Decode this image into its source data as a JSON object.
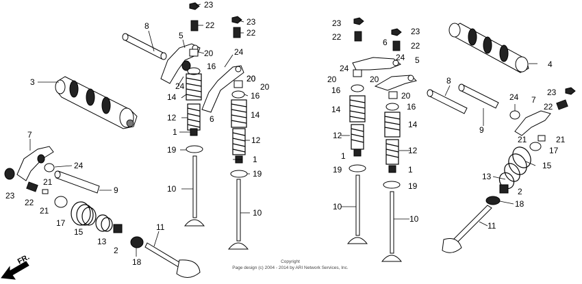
{
  "diagram": {
    "front_label": "FR.",
    "copyright_line1": "Copyright",
    "copyright_line2": "Page design (c) 2004 - 2014 by ARI Network Services, Inc.",
    "callouts": [
      {
        "id": "c23a",
        "text": "23"
      },
      {
        "id": "c22a",
        "text": "22"
      },
      {
        "id": "c8a",
        "text": "8"
      },
      {
        "id": "c5a",
        "text": "5"
      },
      {
        "id": "c20a",
        "text": "20"
      },
      {
        "id": "c20b",
        "text": "20"
      },
      {
        "id": "c24a",
        "text": "24"
      },
      {
        "id": "c16a",
        "text": "16"
      },
      {
        "id": "c3",
        "text": "3"
      },
      {
        "id": "c24b",
        "text": "24"
      },
      {
        "id": "c14a",
        "text": "14"
      },
      {
        "id": "c12a",
        "text": "12"
      },
      {
        "id": "c1a",
        "text": "1"
      },
      {
        "id": "c19a",
        "text": "19"
      },
      {
        "id": "c10a",
        "text": "10"
      },
      {
        "id": "c23b",
        "text": "23"
      },
      {
        "id": "c22b",
        "text": "22"
      },
      {
        "id": "c20c",
        "text": "20"
      },
      {
        "id": "c20d",
        "text": "20"
      },
      {
        "id": "c16b",
        "text": "16"
      },
      {
        "id": "c6a",
        "text": "6"
      },
      {
        "id": "c14b",
        "text": "14"
      },
      {
        "id": "c12b",
        "text": "12"
      },
      {
        "id": "c1b",
        "text": "1"
      },
      {
        "id": "c19b",
        "text": "19"
      },
      {
        "id": "c10b",
        "text": "10"
      },
      {
        "id": "c7a",
        "text": "7"
      },
      {
        "id": "c24c",
        "text": "24"
      },
      {
        "id": "c21a",
        "text": "21"
      },
      {
        "id": "c9a",
        "text": "9"
      },
      {
        "id": "c23c",
        "text": "23"
      },
      {
        "id": "c22c",
        "text": "22"
      },
      {
        "id": "c21b",
        "text": "21"
      },
      {
        "id": "c17a",
        "text": "17"
      },
      {
        "id": "c15a",
        "text": "15"
      },
      {
        "id": "c13a",
        "text": "13"
      },
      {
        "id": "c2a",
        "text": "2"
      },
      {
        "id": "c11a",
        "text": "11"
      },
      {
        "id": "c18a",
        "text": "18"
      },
      {
        "id": "c23d",
        "text": "23"
      },
      {
        "id": "c22d",
        "text": "22"
      },
      {
        "id": "c23e",
        "text": "23"
      },
      {
        "id": "c22e",
        "text": "22"
      },
      {
        "id": "c4",
        "text": "4"
      },
      {
        "id": "c6b",
        "text": "6"
      },
      {
        "id": "c24d",
        "text": "24"
      },
      {
        "id": "c24e",
        "text": "24"
      },
      {
        "id": "c5b",
        "text": "5"
      },
      {
        "id": "c20e",
        "text": "20"
      },
      {
        "id": "c20f",
        "text": "20"
      },
      {
        "id": "c20g",
        "text": "20"
      },
      {
        "id": "c16c",
        "text": "16"
      },
      {
        "id": "c16d",
        "text": "16"
      },
      {
        "id": "c14c",
        "text": "14"
      },
      {
        "id": "c14d",
        "text": "14"
      },
      {
        "id": "c12c",
        "text": "12"
      },
      {
        "id": "c12d",
        "text": "12"
      },
      {
        "id": "c1c",
        "text": "1"
      },
      {
        "id": "c1d",
        "text": "1"
      },
      {
        "id": "c19c",
        "text": "19"
      },
      {
        "id": "c19d",
        "text": "19"
      },
      {
        "id": "c10c",
        "text": "10"
      },
      {
        "id": "c10d",
        "text": "10"
      },
      {
        "id": "c8b",
        "text": "8"
      },
      {
        "id": "c9b",
        "text": "9"
      },
      {
        "id": "c24f",
        "text": "24"
      },
      {
        "id": "c7b",
        "text": "7"
      },
      {
        "id": "c23f",
        "text": "23"
      },
      {
        "id": "c22f",
        "text": "22"
      },
      {
        "id": "c21c",
        "text": "21"
      },
      {
        "id": "c21d",
        "text": "21"
      },
      {
        "id": "c17b",
        "text": "17"
      },
      {
        "id": "c15b",
        "text": "15"
      },
      {
        "id": "c13b",
        "text": "13"
      },
      {
        "id": "c2b",
        "text": "2"
      },
      {
        "id": "c18b",
        "text": "18"
      },
      {
        "id": "c11b",
        "text": "11"
      }
    ]
  }
}
